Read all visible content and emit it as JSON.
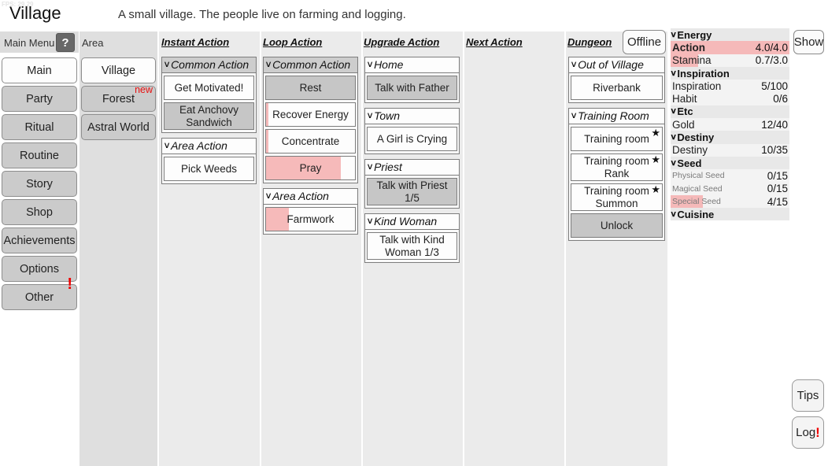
{
  "fps": "FPS: 29.29",
  "title": "Village",
  "description": "A small village. The people live on farming and logging.",
  "icons": {
    "chevron_down": "∨",
    "star": "★"
  },
  "main_menu": {
    "label": "Main Menu",
    "help_label": "?",
    "items": [
      {
        "label": "Main",
        "selected": true
      },
      {
        "label": "Party"
      },
      {
        "label": "Ritual"
      },
      {
        "label": "Routine"
      },
      {
        "label": "Story"
      },
      {
        "label": "Shop"
      },
      {
        "label": "Achievements"
      },
      {
        "label": "Options"
      },
      {
        "label": "Other",
        "badge": "!"
      }
    ]
  },
  "area": {
    "label": "Area",
    "items": [
      {
        "label": "Village",
        "selected": true
      },
      {
        "label": "Forest",
        "badge": "new"
      },
      {
        "label": "Astral World"
      }
    ]
  },
  "instant_action": {
    "header": "Instant Action",
    "groups": [
      {
        "title": "Common Action",
        "buttons": [
          {
            "label": "Get Motivated!"
          },
          {
            "label": "Eat Anchovy Sandwich",
            "disabled": true
          }
        ]
      },
      {
        "title": "Area Action",
        "buttons": [
          {
            "label": "Pick Weeds"
          }
        ]
      }
    ]
  },
  "loop_action": {
    "header": "Loop Action",
    "groups": [
      {
        "title": "Common Action",
        "buttons": [
          {
            "label": "Rest",
            "disabled": true
          },
          {
            "label": "Recover Energy",
            "fill": "3%"
          },
          {
            "label": "Concentrate",
            "fill": "3%"
          },
          {
            "label": "Pray",
            "fill": "84%"
          }
        ]
      },
      {
        "title": "Area Action",
        "buttons": [
          {
            "label": "Farmwork",
            "fill": "26%"
          }
        ]
      }
    ]
  },
  "upgrade_action": {
    "header": "Upgrade Action",
    "groups": [
      {
        "title": "Home",
        "buttons": [
          {
            "label": "Talk with Father",
            "disabled": true
          }
        ]
      },
      {
        "title": "Town",
        "buttons": [
          {
            "label": "A Girl is Crying"
          }
        ]
      },
      {
        "title": "Priest",
        "buttons": [
          {
            "label": "Talk with Priest 1/5",
            "disabled": true
          }
        ]
      },
      {
        "title": "Kind Woman",
        "buttons": [
          {
            "label": "Talk with Kind Woman 1/3"
          }
        ]
      }
    ]
  },
  "next_action": {
    "header": "Next Action"
  },
  "dungeon": {
    "header": "Dungeon",
    "offline_label": "Offline",
    "groups": [
      {
        "title": "Out of Village",
        "buttons": [
          {
            "label": "Riverbank"
          }
        ]
      },
      {
        "title": "Training Room",
        "buttons": [
          {
            "label": "Training room",
            "star": true
          },
          {
            "label": "Training room Rank",
            "star": true
          },
          {
            "label": "Training room Summon",
            "star": true
          },
          {
            "label": "Unlock",
            "disabled": true
          }
        ]
      }
    ]
  },
  "stats": {
    "show_label": "Show",
    "rows": [
      {
        "type": "header",
        "label": "Energy"
      },
      {
        "type": "stat",
        "label": "Action",
        "value": "4.0/4.0",
        "fill": "100%"
      },
      {
        "type": "stat",
        "label": "Stamina",
        "value": "0.7/3.0",
        "fill": "23%"
      },
      {
        "type": "header",
        "label": "Inspiration"
      },
      {
        "type": "stat",
        "label": "Inspiration",
        "value": "5/100"
      },
      {
        "type": "stat",
        "label": "Habit",
        "value": "0/6"
      },
      {
        "type": "header",
        "label": "Etc"
      },
      {
        "type": "stat",
        "label": "Gold",
        "value": "12/40"
      },
      {
        "type": "header",
        "label": "Destiny"
      },
      {
        "type": "stat",
        "label": "Destiny",
        "value": "10/35"
      },
      {
        "type": "header",
        "label": "Seed"
      },
      {
        "type": "stat",
        "label": "Physical Seed",
        "value": "0/15"
      },
      {
        "type": "stat",
        "label": "Magical Seed",
        "value": "0/15"
      },
      {
        "type": "stat",
        "label": "Special Seed",
        "value": "4/15",
        "fill": "27%"
      },
      {
        "type": "header",
        "label": "Cuisine"
      }
    ]
  },
  "corner": {
    "tips_label": "Tips",
    "log_label": "Log",
    "log_badge": "!"
  }
}
